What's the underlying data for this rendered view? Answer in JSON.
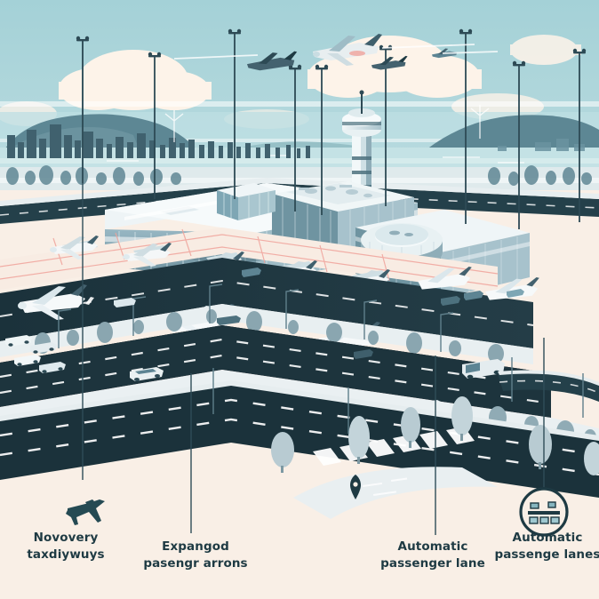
{
  "illustration": {
    "subject": "isometric airport infographic",
    "palette": {
      "background": "#fbf1e8",
      "sky": "#a9d3d8",
      "sky_haze": "#bedfe2",
      "cloud": "#fdf3e9",
      "hill": "#5d8794",
      "hill_far": "#8fb9c0",
      "water": "#c4e2e5",
      "asphalt_dark": "#1e353e",
      "asphalt_mid": "#27414b",
      "apron": "#f7ece2",
      "concrete": "#e9eef0",
      "building_light": "#e4ecef",
      "building_mid": "#9fbcc6",
      "building_dark": "#4d717e",
      "glass": "#7ea6b4",
      "plane_body": "#f4f7f8",
      "plane_shade": "#3f5f6c",
      "marking_white": "#ffffff",
      "marking_pink": "#f0a39b",
      "bush": "#8aa6b0",
      "tree": "#c7d6db",
      "ink": "#1e3a43",
      "pole": "#2d4a55"
    }
  },
  "callouts": [
    {
      "id": "callout-1",
      "icon": "airplane-icon",
      "line_1": "Novovery",
      "line_2": "taxdiywuys",
      "text": "Novovery\ntaxdiywuys"
    },
    {
      "id": "callout-2",
      "icon": "leader-line",
      "line_1": "Expangod",
      "line_2": "pasengr arrons",
      "text": "Expangod\npasengr arrons"
    },
    {
      "id": "callout-3",
      "icon": "leader-line",
      "line_1": "Automatic",
      "line_2": "passenger lane",
      "text": "Automatic\npassenger lane"
    },
    {
      "id": "callout-4",
      "icon": "terminal-building-icon",
      "line_1": "Automatic",
      "line_2": "passenge lanes",
      "text": "Automatic\npassenge lanes"
    }
  ],
  "scene": {
    "control_tower": "air traffic control tower",
    "flying_aircraft_count": 4,
    "parked_aircraft_count": 11,
    "light_pole_count": 9,
    "clouds_count": 6
  }
}
